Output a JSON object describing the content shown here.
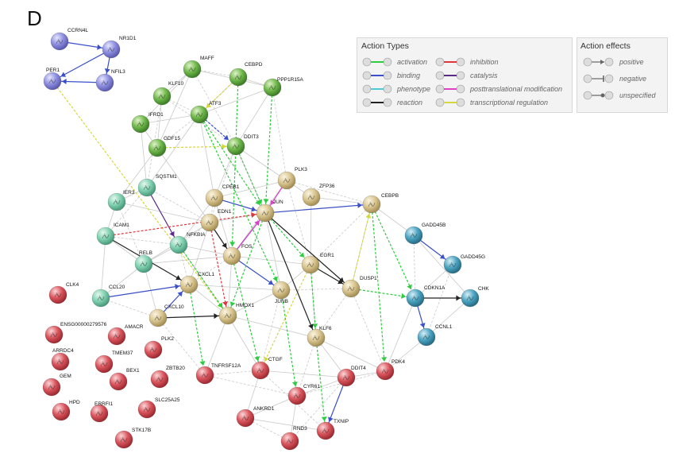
{
  "panel_label": "D",
  "legend": {
    "action_types_title": "Action Types",
    "action_effects_title": "Action effects",
    "action_types": [
      {
        "label": "activation",
        "color": "#2ecc40"
      },
      {
        "label": "inhibition",
        "color": "#e0363b"
      },
      {
        "label": "binding",
        "color": "#3a4fc9"
      },
      {
        "label": "catalysis",
        "color": "#5b2a86"
      },
      {
        "label": "phenotype",
        "color": "#4ec9d6"
      },
      {
        "label": "posttranslational modification",
        "color": "#e040c8"
      },
      {
        "label": "reaction",
        "color": "#222222"
      },
      {
        "label": "transcriptional regulation",
        "color": "#d5d83a"
      }
    ],
    "action_effects": [
      {
        "label": "positive",
        "marker": "arrow"
      },
      {
        "label": "negative",
        "marker": "bar"
      },
      {
        "label": "unspecified",
        "marker": "dot"
      }
    ]
  },
  "cluster_colors": {
    "purple": "#8e8ee0",
    "green": "#6fb84a",
    "tan": "#d8c48e",
    "teal": "#7fd1b0",
    "blue": "#4aa3c0",
    "red": "#d9545c"
  },
  "nodes": [
    {
      "id": "CCRN4L",
      "label": "CCRN4L",
      "cluster": "purple"
    },
    {
      "id": "NR1D1",
      "label": "NR1D1",
      "cluster": "purple"
    },
    {
      "id": "PER1",
      "label": "PER1",
      "cluster": "purple"
    },
    {
      "id": "NFIL3",
      "label": "NFIL3",
      "cluster": "purple"
    },
    {
      "id": "MAFF",
      "label": "MAFF",
      "cluster": "green"
    },
    {
      "id": "CEBPD",
      "label": "CEBPD",
      "cluster": "green"
    },
    {
      "id": "PPP1R15A",
      "label": "PPP1R15A",
      "cluster": "green"
    },
    {
      "id": "KLF10",
      "label": "KLF10",
      "cluster": "green"
    },
    {
      "id": "ATF3",
      "label": "ATF3",
      "cluster": "green"
    },
    {
      "id": "IFRD1",
      "label": "IFRD1",
      "cluster": "green"
    },
    {
      "id": "GDF15",
      "label": "GDF15",
      "cluster": "green"
    },
    {
      "id": "DDIT3",
      "label": "DDIT3",
      "cluster": "green"
    },
    {
      "id": "PLK3",
      "label": "PLK3",
      "cluster": "tan"
    },
    {
      "id": "ZFP36",
      "label": "ZFP36",
      "cluster": "tan"
    },
    {
      "id": "CPEB1",
      "label": "CPEB1",
      "cluster": "tan"
    },
    {
      "id": "JUN",
      "label": "JUN",
      "cluster": "tan"
    },
    {
      "id": "EDN1",
      "label": "EDN1",
      "cluster": "tan"
    },
    {
      "id": "FOS",
      "label": "FOS",
      "cluster": "tan"
    },
    {
      "id": "EGR1",
      "label": "EGR1",
      "cluster": "tan"
    },
    {
      "id": "JUNB",
      "label": "JUNB",
      "cluster": "tan"
    },
    {
      "id": "DUSP1",
      "label": "DUSP1",
      "cluster": "tan"
    },
    {
      "id": "CEBPB",
      "label": "CEBPB",
      "cluster": "tan"
    },
    {
      "id": "CXCL1",
      "label": "CXCL1",
      "cluster": "tan"
    },
    {
      "id": "CXCL10",
      "label": "CXCL10",
      "cluster": "tan"
    },
    {
      "id": "HMOX1",
      "label": "HMOX1",
      "cluster": "tan"
    },
    {
      "id": "KLF6",
      "label": "KLF6",
      "cluster": "tan"
    },
    {
      "id": "SQSTM1",
      "label": "SQSTM1",
      "cluster": "teal"
    },
    {
      "id": "IER3",
      "label": "IER3",
      "cluster": "teal"
    },
    {
      "id": "ICAM1",
      "label": "ICAM1",
      "cluster": "teal"
    },
    {
      "id": "NFKBIA",
      "label": "NFKBIA",
      "cluster": "teal"
    },
    {
      "id": "RELB",
      "label": "RELB",
      "cluster": "teal"
    },
    {
      "id": "CCL20",
      "label": "CCL20",
      "cluster": "teal"
    },
    {
      "id": "GADD45B",
      "label": "GADD45B",
      "cluster": "blue"
    },
    {
      "id": "GADD45G",
      "label": "GADD45G",
      "cluster": "blue"
    },
    {
      "id": "CDKN1A",
      "label": "CDKN1A",
      "cluster": "blue"
    },
    {
      "id": "CHK",
      "label": "CHK",
      "cluster": "blue"
    },
    {
      "id": "CCNL1",
      "label": "CCNL1",
      "cluster": "blue"
    },
    {
      "id": "CLK4",
      "label": "CLK4",
      "cluster": "red"
    },
    {
      "id": "ENSG",
      "label": "ENSG00000279576",
      "cluster": "red"
    },
    {
      "id": "AMACR",
      "label": "AMACR",
      "cluster": "red"
    },
    {
      "id": "ARRDC4",
      "label": "ARRDC4",
      "cluster": "red"
    },
    {
      "id": "TMEM37",
      "label": "TMEM37",
      "cluster": "red"
    },
    {
      "id": "PLK2",
      "label": "PLK2",
      "cluster": "red"
    },
    {
      "id": "GEM",
      "label": "GEM",
      "cluster": "red"
    },
    {
      "id": "BEX1",
      "label": "BEX1",
      "cluster": "red"
    },
    {
      "id": "ZBTB20",
      "label": "ZBTB20",
      "cluster": "red"
    },
    {
      "id": "TNFRSF12A",
      "label": "TNFRSF12A",
      "cluster": "red"
    },
    {
      "id": "CTGF",
      "label": "CTGF",
      "cluster": "red"
    },
    {
      "id": "DDIT4",
      "label": "DDIT4",
      "cluster": "red"
    },
    {
      "id": "PDK4",
      "label": "PDK4",
      "cluster": "red"
    },
    {
      "id": "HPD",
      "label": "HPD",
      "cluster": "red"
    },
    {
      "id": "ERRFI1",
      "label": "ERRFI1",
      "cluster": "red"
    },
    {
      "id": "SLC25A25",
      "label": "SLC25A25",
      "cluster": "red"
    },
    {
      "id": "CYR61",
      "label": "CYR61",
      "cluster": "red"
    },
    {
      "id": "ANKRD1",
      "label": "ANKRD1",
      "cluster": "red"
    },
    {
      "id": "TXNIP",
      "label": "TXNIP",
      "cluster": "red"
    },
    {
      "id": "STK17B",
      "label": "STK17B",
      "cluster": "red"
    },
    {
      "id": "RND3",
      "label": "RND3",
      "cluster": "red"
    }
  ],
  "edges": [
    {
      "from": "CCRN4L",
      "to": "NR1D1",
      "type": "binding"
    },
    {
      "from": "NR1D1",
      "to": "PER1",
      "type": "binding"
    },
    {
      "from": "NR1D1",
      "to": "NFIL3",
      "type": "binding"
    },
    {
      "from": "NFIL3",
      "to": "PER1",
      "type": "binding"
    },
    {
      "from": "GADD45B",
      "to": "GADD45G",
      "type": "binding"
    },
    {
      "from": "CDKN1A",
      "to": "CCNL1",
      "type": "binding"
    },
    {
      "from": "DDIT4",
      "to": "TXNIP",
      "type": "binding"
    },
    {
      "from": "JUN",
      "to": "CEBPB",
      "type": "binding"
    },
    {
      "from": "CPEB1",
      "to": "JUN",
      "type": "binding"
    },
    {
      "from": "SQSTM1",
      "to": "NFKBIA",
      "type": "catalysis"
    },
    {
      "from": "CCL20",
      "to": "CXCL1",
      "type": "binding"
    },
    {
      "from": "CXCL10",
      "to": "CXCL1",
      "type": "binding"
    },
    {
      "from": "FOS",
      "to": "JUN",
      "type": "binding"
    },
    {
      "from": "FOS",
      "to": "JUNB",
      "type": "binding"
    },
    {
      "from": "PLK3",
      "to": "JUN",
      "type": "posttranslational modification"
    },
    {
      "from": "FOS",
      "to": "JUN",
      "type": "posttranslational modification"
    },
    {
      "from": "ATF3",
      "to": "DDIT3",
      "type": "binding"
    },
    {
      "from": "CEBPD",
      "to": "ATF3",
      "type": "transcriptional regulation"
    },
    {
      "from": "GDF15",
      "to": "DDIT3",
      "type": "transcriptional regulation"
    },
    {
      "from": "PER1",
      "to": "HMOX1",
      "type": "transcriptional regulation"
    },
    {
      "from": "DUSP1",
      "to": "CEBPB",
      "type": "transcriptional regulation"
    },
    {
      "from": "EGR1",
      "to": "CTGF",
      "type": "transcriptional regulation"
    },
    {
      "from": "EDN1",
      "to": "HMOX1",
      "type": "inhibition"
    },
    {
      "from": "ICAM1",
      "to": "JUN",
      "type": "inhibition"
    },
    {
      "from": "ATF3",
      "to": "JUNB",
      "type": "activation"
    },
    {
      "from": "ATF3",
      "to": "JUN",
      "type": "activation"
    },
    {
      "from": "DDIT3",
      "to": "JUN",
      "type": "activation"
    },
    {
      "from": "CEBPD",
      "to": "FOS",
      "type": "activation"
    },
    {
      "from": "PPP1R15A",
      "to": "JUN",
      "type": "activation"
    },
    {
      "from": "CEBPB",
      "to": "CDKN1A",
      "type": "activation"
    },
    {
      "from": "JUN",
      "to": "EGR1",
      "type": "activation"
    },
    {
      "from": "EGR1",
      "to": "KLF6",
      "type": "activation"
    },
    {
      "from": "KLF6",
      "to": "TXNIP",
      "type": "activation"
    },
    {
      "from": "JUNB",
      "to": "CYR61",
      "type": "activation"
    },
    {
      "from": "CEBPB",
      "to": "PDK4",
      "type": "activation"
    },
    {
      "from": "NFKBIA",
      "to": "HMOX1",
      "type": "activation"
    },
    {
      "from": "JUN",
      "to": "HMOX1",
      "type": "activation"
    },
    {
      "from": "CXCL1",
      "to": "TNFRSF12A",
      "type": "activation"
    },
    {
      "from": "DUSP1",
      "to": "CDKN1A",
      "type": "activation"
    },
    {
      "from": "FOS",
      "to": "CTGF",
      "type": "activation"
    },
    {
      "from": "ICAM1",
      "to": "CXCL1",
      "type": "reaction"
    },
    {
      "from": "CXCL10",
      "to": "HMOX1",
      "type": "reaction"
    },
    {
      "from": "JUN",
      "to": "KLF6",
      "type": "reaction"
    },
    {
      "from": "EDN1",
      "to": "FOS",
      "type": "reaction"
    },
    {
      "from": "CDKN1A",
      "to": "CHK",
      "type": "reaction"
    },
    {
      "from": "EGR1",
      "to": "DUSP1",
      "type": "reaction"
    },
    {
      "from": "JUN",
      "to": "DUSP1",
      "type": "reaction"
    }
  ]
}
